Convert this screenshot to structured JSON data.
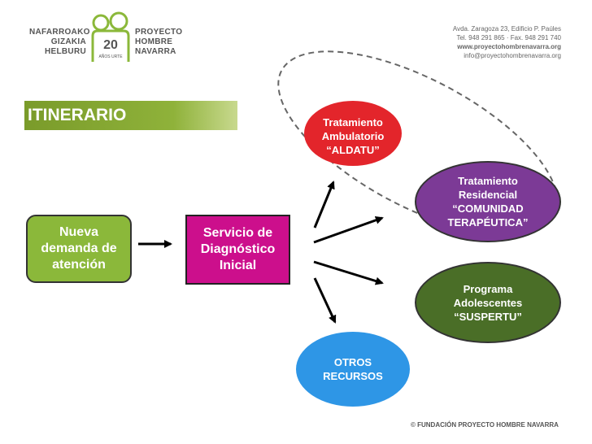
{
  "logo": {
    "left_text": "NAFARROAKO\nGIZAKIA\nHELBURU",
    "right_text": "PROYECTO\nHOMBRE\nNAVARRA",
    "number": "20",
    "small_text": "AÑOS URTE"
  },
  "contact": {
    "line1": "Avda. Zaragoza 23, Edificio P. Paúles",
    "line2": "Tel. 948 291 865 · Fax. 948 291 740",
    "line3": "www.proyectohombrenavarra.org",
    "line4": "info@proyectohombrenavarra.org"
  },
  "banner": {
    "title": "ITINERARIO"
  },
  "nodes": {
    "nueva_demanda": "Nueva\ndemanda de\natención",
    "servicio_diagnostico": "Servicio de\nDiagnóstico\nInicial",
    "ambulatorio": "Tratamiento\nAmbulatorio\n“ALDATU”",
    "residencial": "Tratamiento\nResidencial\n“COMUNIDAD\nTERAPÉUTICA”",
    "adolescentes": "Programa\nAdolescentes\n“SUSPERTU”",
    "otros": "OTROS\nRECURSOS"
  },
  "colors": {
    "green": "#8bb83a",
    "magenta": "#cc0f8c",
    "red": "#e3252b",
    "purple": "#7c3a96",
    "dark_green": "#4a6e27",
    "blue": "#2e96e6"
  },
  "footer": {
    "text": "© FUNDACIÓN PROYECTO HOMBRE NAVARRA"
  }
}
